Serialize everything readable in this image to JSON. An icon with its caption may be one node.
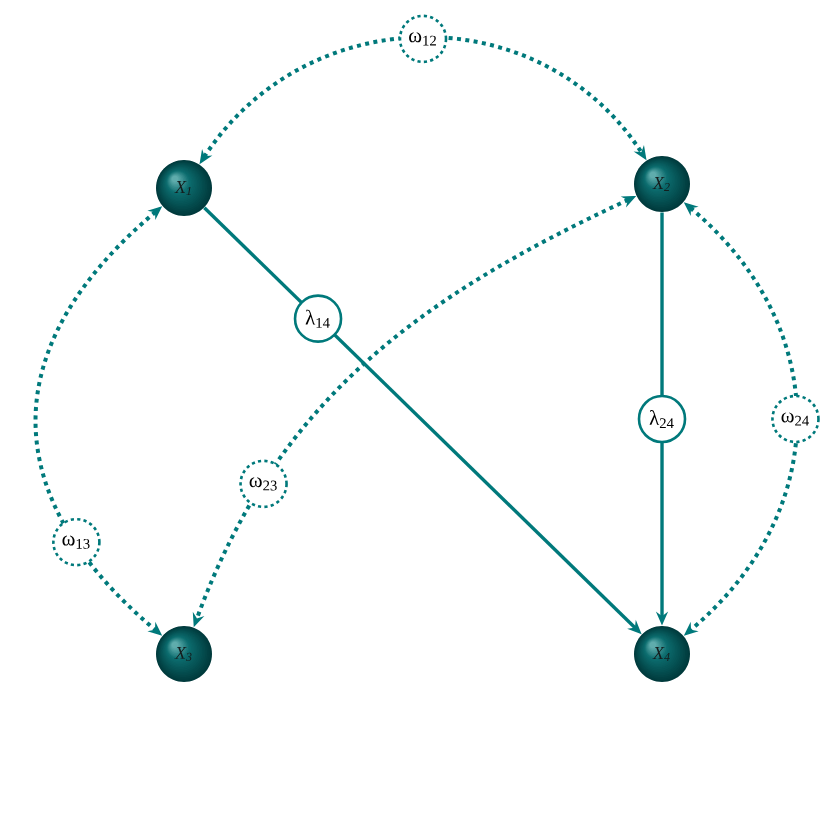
{
  "diagram": {
    "nodes": [
      {
        "text": [
          "X$_{1}$"
        ]
      },
      {
        "text": [
          "X$_{2}$"
        ]
      },
      {
        "text": [
          "X$_{3}$"
        ]
      },
      {
        "text": [
          "X$_{4}$"
        ]
      }
    ],
    "edges": [
      {
        "from": 0,
        "to": 1,
        "arrow": "both",
        "label": "ω$_{12}$",
        "style": "dashed"
      },
      {
        "from": 0,
        "to": 2,
        "arrow": "both",
        "label": "ω$_{13}$",
        "style": "dashed"
      },
      {
        "from": 0,
        "to": 3,
        "arrow": "to",
        "label": "λ$_{14}$"
      },
      {
        "from": 1,
        "to": 2,
        "arrow": "both",
        "label": "ω$_{23}$",
        "style": "dashed"
      },
      {
        "from": 1,
        "to": 3,
        "arrow": "to",
        "label": "λ$_{24}$"
      },
      {
        "from": 1,
        "to": 3,
        "arrow": "both",
        "label": "ω$_{24}$",
        "style": "dashed"
      }
    ]
  }
}
